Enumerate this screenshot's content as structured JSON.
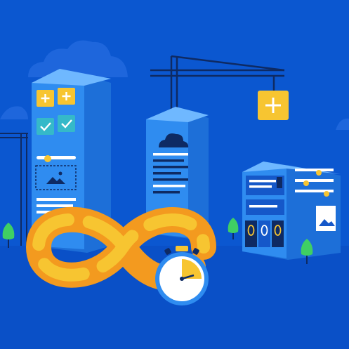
{
  "scene": {
    "kind": "illustration",
    "theme": "continuous delivery / low-code app building",
    "colors": {
      "background": "#0b57d0",
      "background_dark": "#0a4bbf",
      "ground": "#0a4fc4",
      "cloud": "#1e66dc",
      "building_front": "#2f8cf0",
      "building_side": "#1d6fd8",
      "building_top": "#6fb8ff",
      "panel": "#1558c9",
      "text_line": "#ffffff",
      "accent_yellow": "#f7c531",
      "accent_orange": "#f39a1f",
      "check_teal": "#35b9c9",
      "tree": "#3fcf63",
      "crane": "#0e2a63"
    },
    "icons": [
      "plus-icon",
      "check-icon",
      "image-icon",
      "cloud-icon",
      "infinity-loop",
      "stopwatch-icon",
      "slider-icon",
      "tree-icon",
      "crane"
    ],
    "stopwatch_progress": 0.25
  }
}
